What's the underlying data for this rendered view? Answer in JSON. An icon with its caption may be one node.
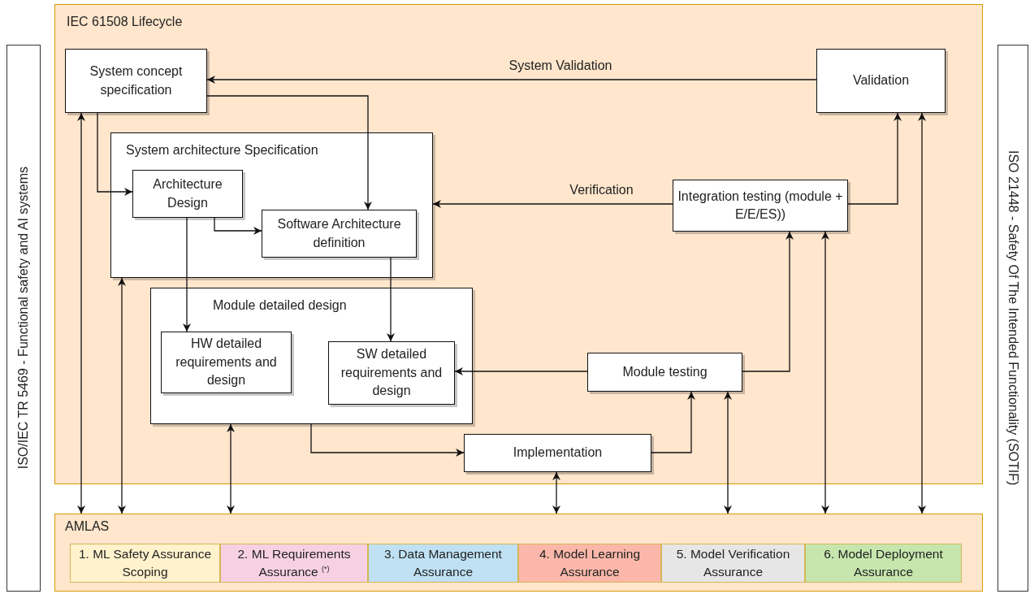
{
  "diagram": {
    "nodes": [
      {
        "text": [
          "IEC 61508 Lifecycle"
        ]
      },
      {
        "text": [
          "System concept specification"
        ],
        "in": 0
      },
      {
        "text": [
          "Validation"
        ],
        "in": 0
      },
      {
        "text": [
          "System architecture Specification"
        ],
        "in": 0
      },
      {
        "text": [
          "Architecture Design"
        ],
        "in": 3
      },
      {
        "text": [
          "Software Architecture definition"
        ],
        "in": 3
      },
      {
        "text": [
          "Module detailed design"
        ],
        "in": 0
      },
      {
        "text": [
          "HW detailed requirements and design"
        ],
        "in": 6
      },
      {
        "text": [
          "SW detailed requirements and design"
        ],
        "in": 6
      },
      {
        "text": [
          "Integration testing (module + E/E/ES))"
        ],
        "in": 0
      },
      {
        "text": [
          "Module testing"
        ],
        "in": 0
      },
      {
        "text": [
          "Implementation"
        ],
        "in": 0
      },
      {
        "text": [
          "AMLAS"
        ]
      },
      {
        "text": [
          "1. ML Safety Assurance Scoping"
        ],
        "in": 12
      },
      {
        "text": [
          "2. ML Requirements Assurance $^{(*)}$"
        ],
        "in": 12
      },
      {
        "text": [
          "3. Data Management Assurance"
        ],
        "in": 12
      },
      {
        "text": [
          "4. Model Learning Assurance"
        ],
        "in": 12
      },
      {
        "text": [
          "5. Model Verification Assurance"
        ],
        "in": 12
      },
      {
        "text": [
          "6. Model Deployment Assurance"
        ],
        "in": 12
      },
      {
        "text": [
          "ISO/IEC TR 5469 - Functional safety and AI systems"
        ]
      },
      {
        "text": [
          "ISO 21448 - Safety Of The Intended Functionality (SOTIF)"
        ]
      }
    ],
    "edges": [
      {
        "from": 2,
        "to": 1,
        "arrow": "to",
        "label": "System Validation"
      },
      {
        "from": 1,
        "to": 5,
        "arrow": "to"
      },
      {
        "from": 1,
        "to": 4,
        "arrow": "to"
      },
      {
        "from": 4,
        "to": 5,
        "arrow": "to"
      },
      {
        "from": 4,
        "to": 7,
        "arrow": "to"
      },
      {
        "from": 5,
        "to": 8,
        "arrow": "to"
      },
      {
        "from": 9,
        "to": 3,
        "arrow": "to",
        "label": "Verification"
      },
      {
        "from": 9,
        "to": 2,
        "arrow": "to"
      },
      {
        "from": 10,
        "to": 8,
        "arrow": "to"
      },
      {
        "from": 10,
        "to": 9,
        "arrow": "to"
      },
      {
        "from": 6,
        "to": 11,
        "arrow": "to"
      },
      {
        "from": 11,
        "to": 10,
        "arrow": "to"
      },
      {
        "from": 1,
        "to": 12,
        "arrow": "both"
      },
      {
        "from": 3,
        "to": 12,
        "arrow": "both"
      },
      {
        "from": 6,
        "to": 12,
        "arrow": "both"
      },
      {
        "from": 11,
        "to": 12,
        "arrow": "both"
      },
      {
        "from": 10,
        "to": 12,
        "arrow": "both"
      },
      {
        "from": 9,
        "to": 12,
        "arrow": "both"
      },
      {
        "from": 2,
        "to": 12,
        "arrow": "both"
      }
    ]
  }
}
